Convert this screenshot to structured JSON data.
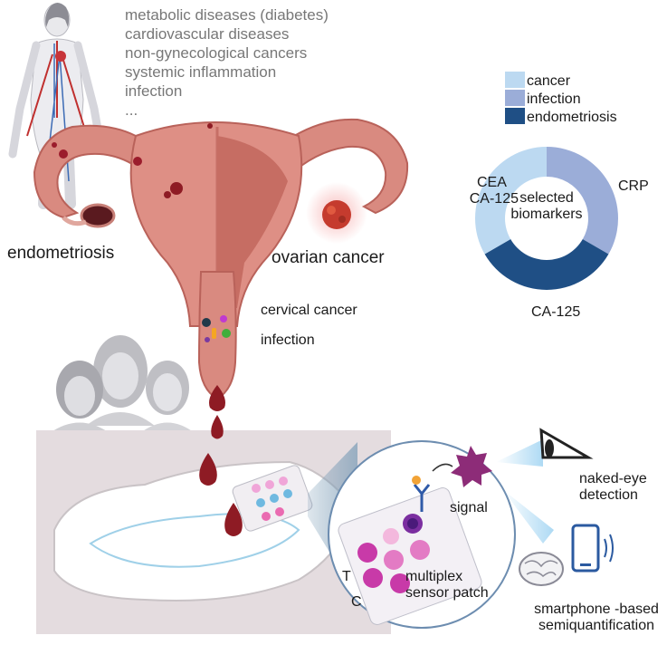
{
  "systemic_conditions": [
    "metabolic diseases (diabetes)",
    "cardiovascular diseases",
    "non-gynecological cancers",
    "systemic inflammation",
    "infection",
    "..."
  ],
  "reproductive_labels": {
    "endometriosis": "endometriosis",
    "ovarian_cancer": "ovarian cancer",
    "cervical_cancer": "cervical cancer",
    "infection": "infection"
  },
  "legend": [
    {
      "label": "cancer",
      "color": "#bcd9f1"
    },
    {
      "label": "infection",
      "color": "#9badd8"
    },
    {
      "label": "endometriosis",
      "color": "#1f4f85"
    }
  ],
  "donut": {
    "center_label_line1": "selected",
    "center_label_line2": "biomarkers",
    "segments": [
      {
        "category": "infection",
        "value": 1,
        "labels": [
          "CRP"
        ]
      },
      {
        "category": "endometriosis",
        "value": 1,
        "labels": [
          "CA-125"
        ]
      },
      {
        "category": "cancer",
        "value": 1,
        "labels": [
          "CEA",
          "CA-125"
        ]
      }
    ]
  },
  "detection": {
    "signal": "signal",
    "naked_eye_line1": "naked-eye",
    "naked_eye_line2": "detection",
    "smartphone_line1": "smartphone -based",
    "smartphone_line2": "semiquantification",
    "patch_line1": "multiplex",
    "patch_line2": "sensor patch",
    "test_line": "T",
    "control_line": "C"
  },
  "colors": {
    "uterus": "#d9837a",
    "blood": "#8e1b24",
    "pad_bg": "#e4dcdf"
  }
}
